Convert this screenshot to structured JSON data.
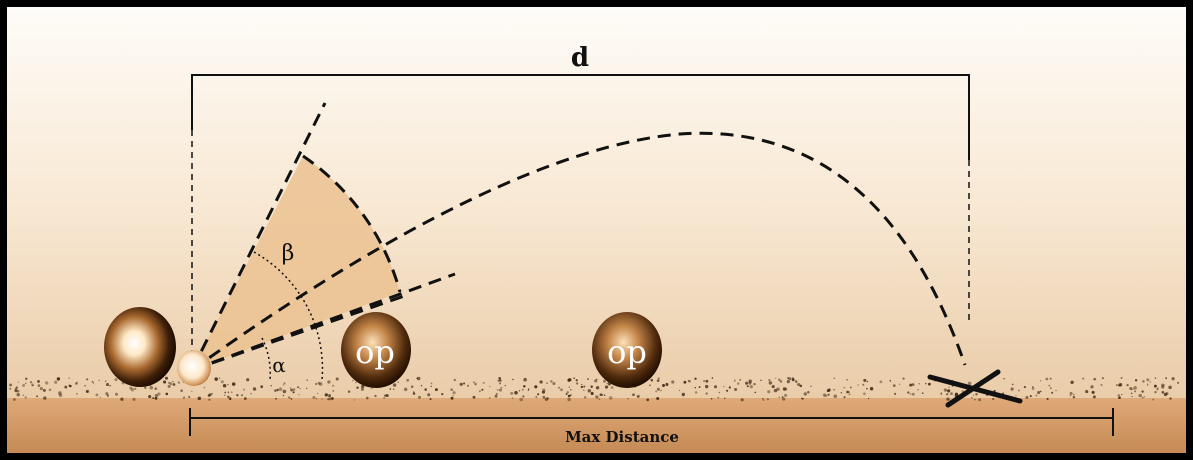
{
  "labels": {
    "distance": "d",
    "beta": "β",
    "alpha": "α",
    "max_distance": "Max Distance",
    "opponent": "op"
  },
  "colors": {
    "sky_top": "#fefcf8",
    "sky_bottom": "#e9c9a3",
    "ground_top": "#dca575",
    "ground_bottom": "#c08550",
    "wedge_fill": "#e9c08e",
    "line": "#111111",
    "frame": "#000000"
  },
  "icons": {
    "player": "player-ball-icon",
    "ball": "small-ball-icon",
    "opponent": "opponent-ball-icon",
    "landing": "landing-cross-icon"
  }
}
